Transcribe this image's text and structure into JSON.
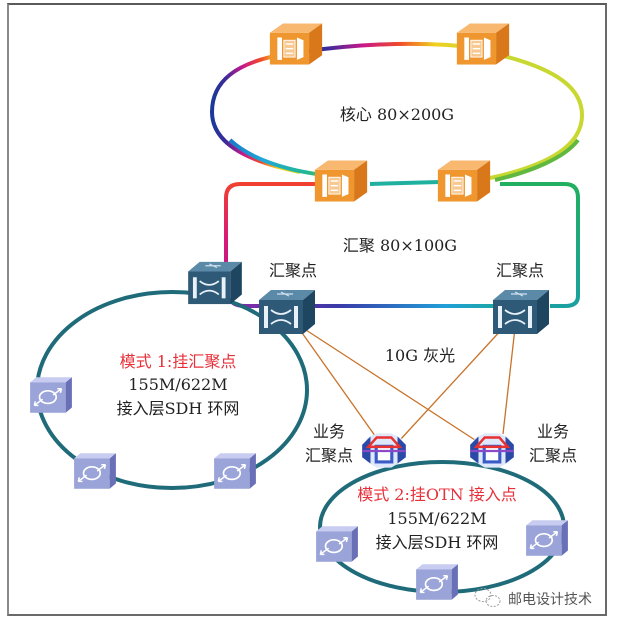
{
  "diagram": {
    "core_ring": {
      "label": "核心 80×200G"
    },
    "aggregation_ring": {
      "label": "汇聚 80×100G"
    },
    "aggregation_nodes": {
      "left_label": "汇聚点",
      "right_label": "汇聚点"
    },
    "gray_light_link": {
      "label": "10G 灰光"
    },
    "service_aggregation_nodes": {
      "left_label_line1": "业务",
      "left_label_line2": "汇聚点",
      "right_label_line1": "业务",
      "right_label_line2": "汇聚点"
    },
    "mode1_ring": {
      "title": "模式 1:挂汇聚点",
      "line2": "155M/622M",
      "line3": "接入层SDH 环网"
    },
    "mode2_ring": {
      "title": "模式 2:挂OTN 接入点",
      "line2": "155M/622M",
      "line3": "接入层SDH 环网"
    },
    "watermark": {
      "text": "邮电设计技术",
      "icon": "wechat-icon"
    },
    "colors": {
      "otn_device": "#f0962e",
      "router": "#2e5a78",
      "sdh_ring": "#1f6b7a",
      "sdh_device": "#9aa4d8",
      "gray_light": "#c8732a",
      "mode_title": "#e8303a"
    }
  }
}
